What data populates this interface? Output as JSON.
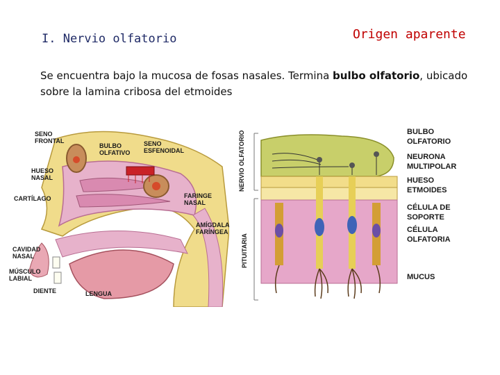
{
  "slide": {
    "title": "I. Nervio olfatorio",
    "subtitle": "Origen aparente",
    "para_part1": "Se encuentra bajo la mucosa de fosas nasales. Termina ",
    "para_bold": "bulbo olfatorio",
    "para_part2": ", ubicado sobre la lamina cribosa del etmoides"
  },
  "left_figure": {
    "labels": {
      "seno_frontal": "SENO\nFRONTAL",
      "bulbo_olfativo": "BULBO\nOLFATIVO",
      "seno_esfenoidal": "SENO\nESFENOIDAL",
      "hueso_nasal": "HUESO\nNASAL",
      "cartilago": "CARTÍLAGO",
      "faringe_nasal": "FARINGE\nNASAL",
      "amigdala": "AMÍGDALA\nFARÍNGEA",
      "cavidad_nasal": "CAVIDAD\nNASAL",
      "musculo_labial": "MÚSCULO\nLABIAL",
      "diente": "DIENTE",
      "lengua": "LENGUA"
    }
  },
  "right_figure": {
    "vertical_labels": {
      "nervio": "NERVIO\nOLFATORIO",
      "pituitaria": "PITUITARIA"
    },
    "labels": {
      "bulbo_olfatorio": "BULBO\nOLFATORIO",
      "neurona": "NEURONA\nMULTIPOLAR",
      "hueso_etmoides": "HUESO\nETMOIDES",
      "celula_soporte": "CÉLULA DE\nSOPORTE",
      "celula_olfatoria": "CÉLULA\nOLFATORIA",
      "mucus": "MUCUS"
    }
  },
  "colors": {
    "title": "#1f2a66",
    "subtitle": "#c00000",
    "bulb": "#c8cf6a",
    "bone": "#f2dd8a",
    "pink_tissue": "#e6a7c9",
    "cell": "#e7cf57",
    "nucleus": "#3f63b7",
    "red": "#c92127"
  }
}
